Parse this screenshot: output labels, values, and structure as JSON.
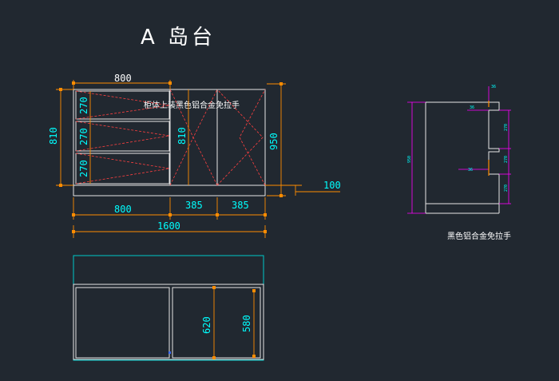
{
  "title": "A 岛台",
  "notes": {
    "front": "柜体上装黑色铝合金免拉手",
    "side": "黑色铝合金免拉手"
  },
  "front_dims": {
    "top_width": "800",
    "drawer_h1": "270",
    "drawer_h2": "270",
    "drawer_h3": "270",
    "left_height": "810",
    "door_height": "810",
    "overall_height": "950",
    "plinth": "100",
    "bottom_left": "800",
    "door_w1": "385",
    "door_w2": "385",
    "total_width": "1600"
  },
  "plan_dims": {
    "inner_depth": "620",
    "outer_depth": "580"
  },
  "colors": {
    "background": "#212830",
    "cabinet_line": "#e6e6e6",
    "dimension_line": "#ff8c00",
    "dimension_text": "#00ffff",
    "hidden_line": "#ff4040",
    "side_dimension": "#ff00ff"
  }
}
